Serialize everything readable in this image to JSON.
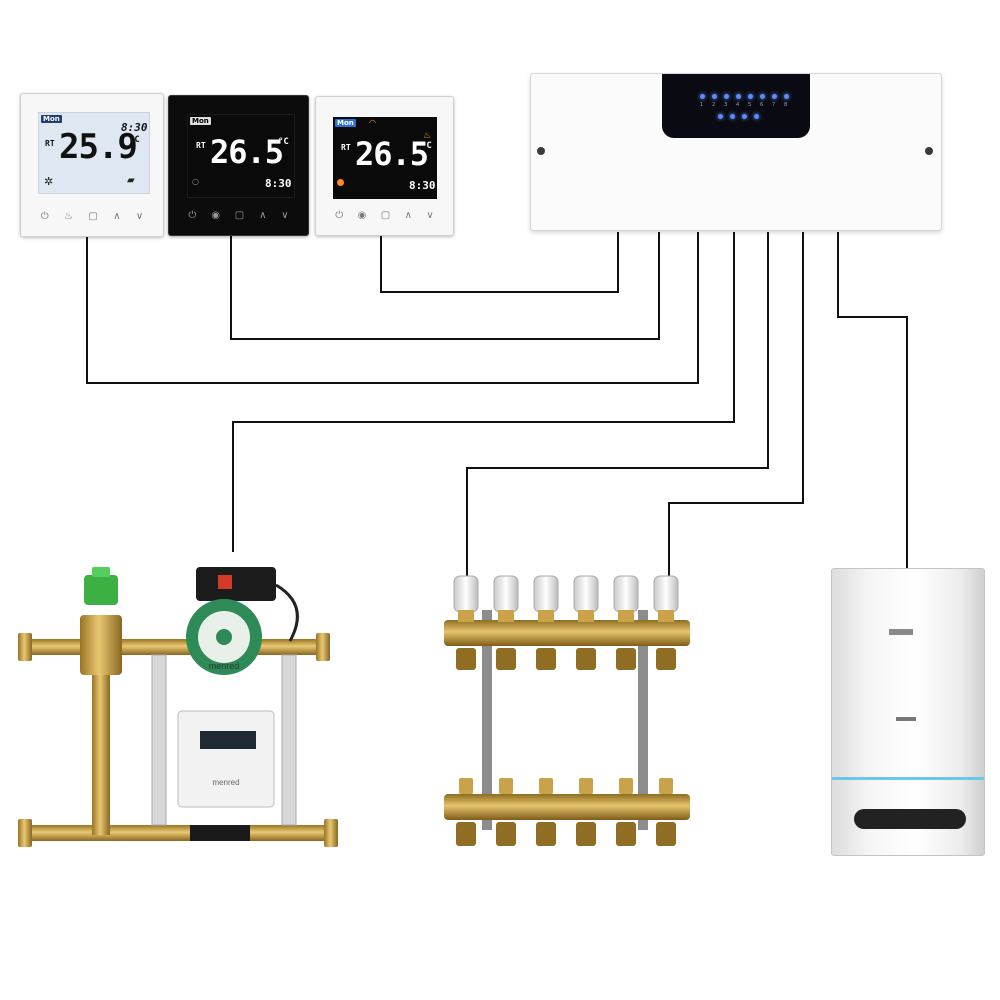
{
  "thermostats": [
    {
      "id": "t1",
      "style": "white",
      "day": "Mon",
      "rt": "RT",
      "temp": "25.9",
      "unit": "°C",
      "time": "8:30",
      "buttons": [
        "⏻",
        "♨",
        "▢",
        "∧",
        "∨"
      ]
    },
    {
      "id": "t2",
      "style": "black",
      "day": "Mon",
      "rt": "RT",
      "temp": "26.5",
      "unit": "°C",
      "time": "8:30",
      "buttons": [
        "⏻",
        "◉",
        "▢",
        "∧",
        "∨"
      ]
    },
    {
      "id": "t3",
      "style": "white-black-lcd",
      "day": "Mon",
      "rt": "RT",
      "temp": "26.5",
      "unit": "°C",
      "time": "8:30",
      "buttons": [
        "⏻",
        "◉",
        "▢",
        "∧",
        "∨"
      ]
    }
  ],
  "controller": {
    "zone_numbers": [
      "1",
      "2",
      "3",
      "4",
      "5",
      "6",
      "7",
      "8"
    ],
    "led_color": "#5b8cff"
  },
  "pump_station": {
    "brand": "menred"
  },
  "manifold": {
    "actuator_count": 6
  },
  "colors": {
    "wire": "#111111",
    "brass": "#c9a24a",
    "brass_dark": "#8f6d22",
    "pump_green": "#2e8b57",
    "valve_green": "#3cb043"
  }
}
